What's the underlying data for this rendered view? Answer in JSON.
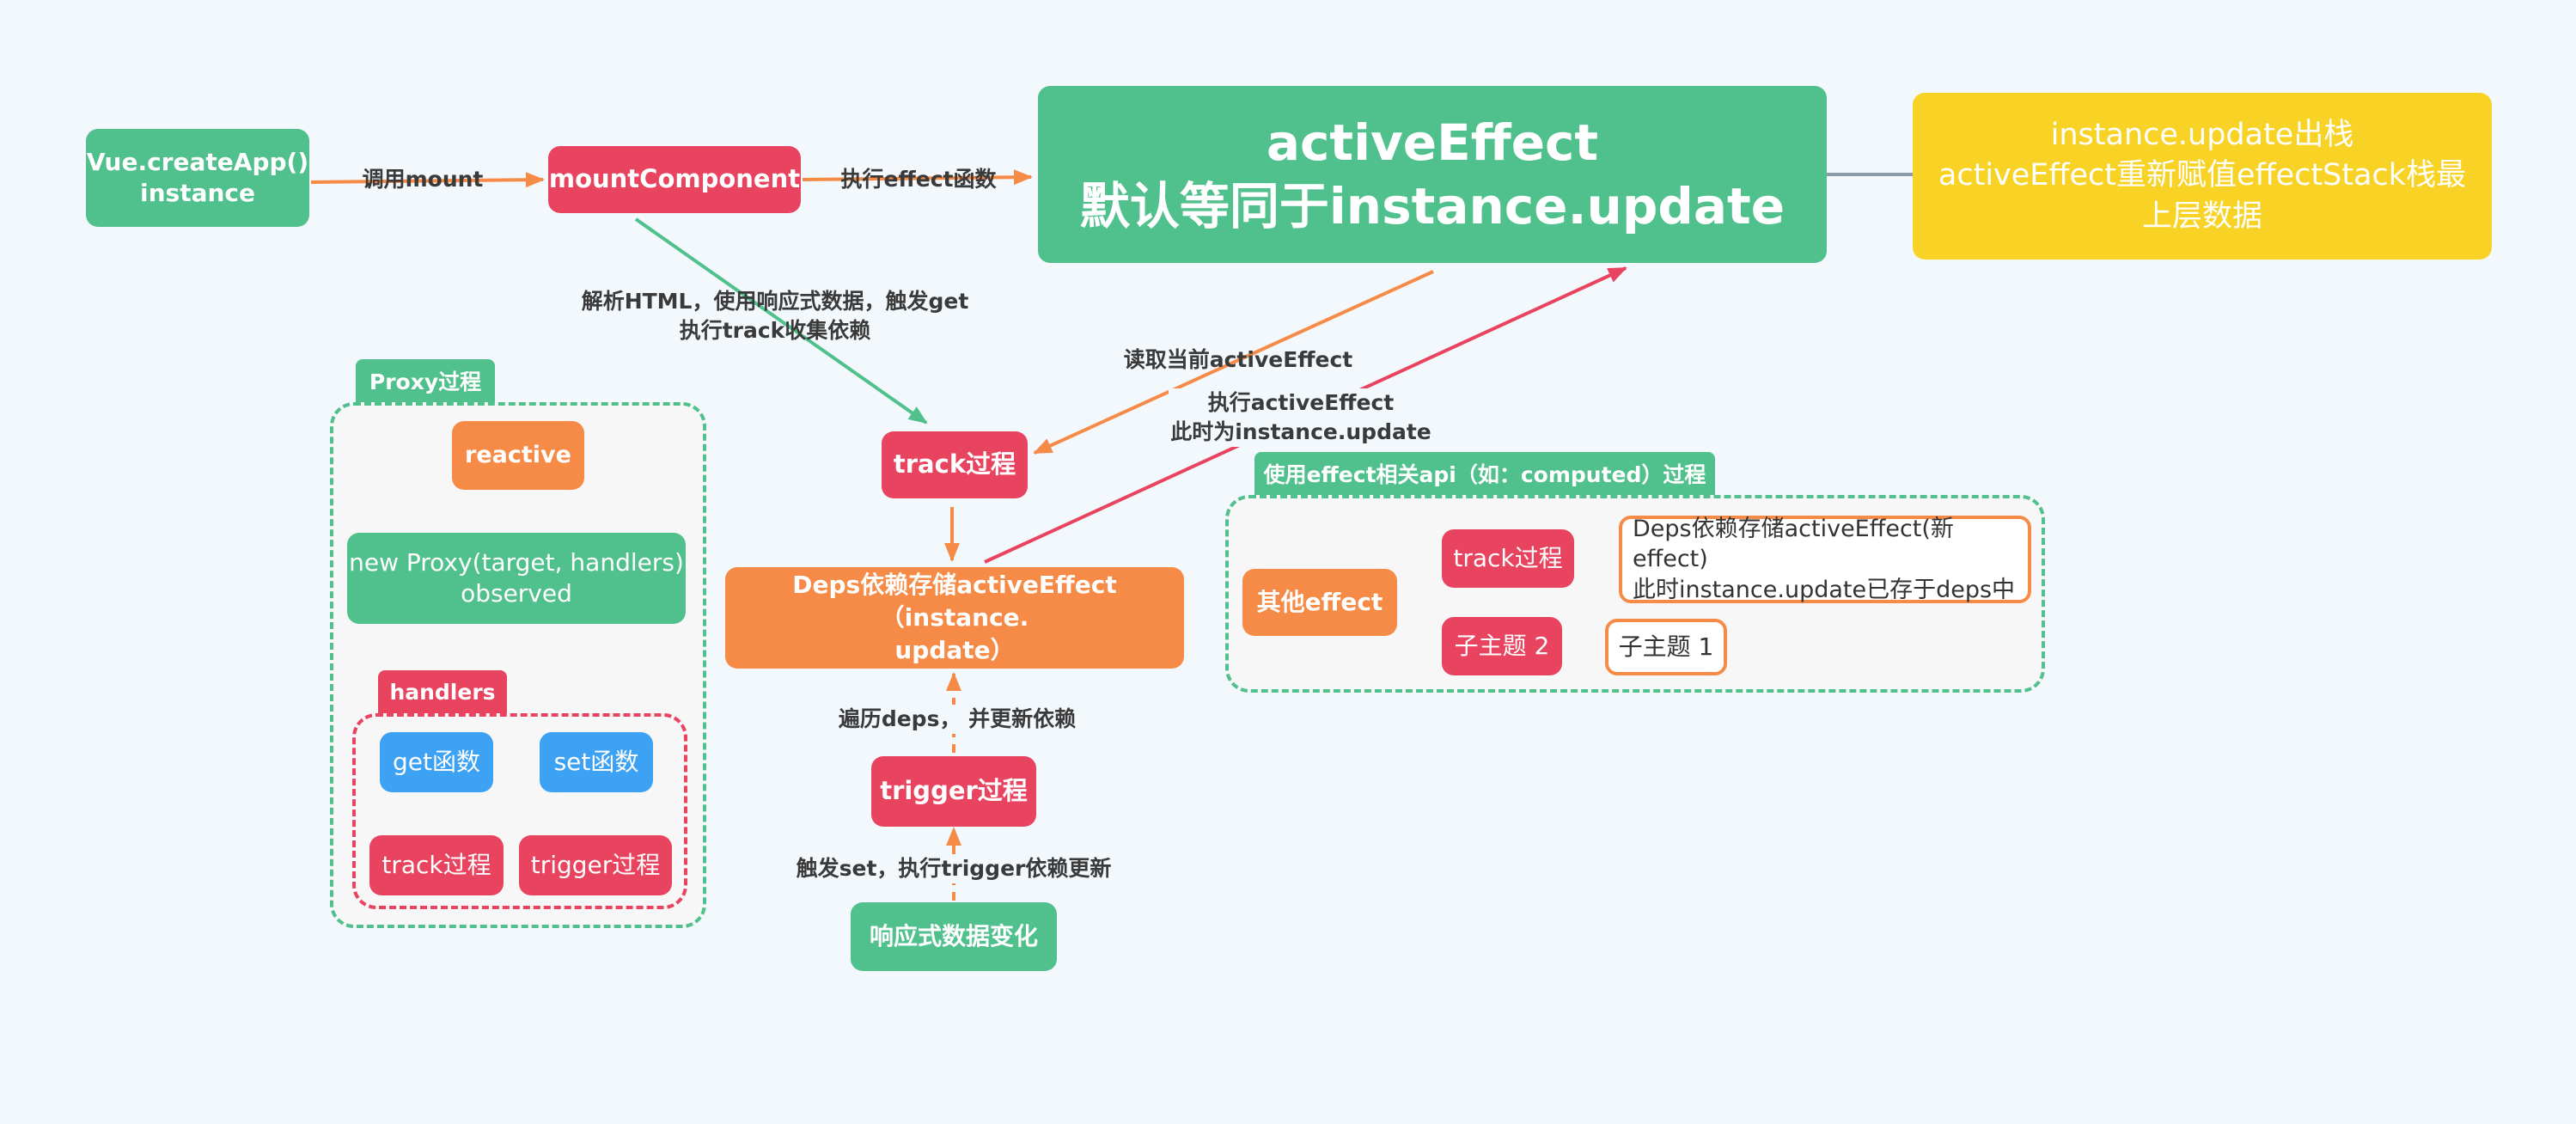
{
  "nodes": {
    "create_app": "Vue.createApp()\ninstance",
    "mount_component": "mountComponent",
    "active_effect": "activeEffect\n默认等同于instance.update",
    "stack_pop": "instance.update出栈\nactiveEffect重新赋值effectStack栈最\n上层数据",
    "track": "track过程",
    "deps_store": "Deps依赖存储activeEffect（instance.\nupdate）",
    "trigger": "trigger过程",
    "reactive_change": "响应式数据变化"
  },
  "edge_labels": {
    "call_mount": "调用mount",
    "exec_effect": "执行effect函数",
    "parse_html": "解析HTML，使用响应式数据，触发get\n执行track收集依赖",
    "read_active": "读取当前activeEffect",
    "exec_active": "执行activeEffect\n此时为instance.update",
    "traverse_deps": "遍历deps，  并更新依赖",
    "trigger_set": "触发set，执行trigger依赖更新"
  },
  "proxy_group": {
    "title": "Proxy过程",
    "reactive": "reactive",
    "new_proxy": "new Proxy(target, handlers)\nobserved",
    "handlers_title": "handlers",
    "get_fn": "get函数",
    "set_fn": "set函数",
    "track": "track过程",
    "trigger": "trigger过程"
  },
  "effect_group": {
    "title": "使用effect相关api（如：computed）过程",
    "other_effect": "其他effect",
    "track": "track过程",
    "deps_note": "Deps依赖存储activeEffect(新effect)\n此时instance.update已存于deps中",
    "subtopic_2": "子主题 2",
    "subtopic_1": "子主题 1"
  },
  "colors": {
    "green": "#50c08c",
    "red": "#e8435f",
    "orange": "#f68b47",
    "blue": "#3ea2f4",
    "yellow": "#f8d325",
    "gray": "#8a9aa6"
  }
}
